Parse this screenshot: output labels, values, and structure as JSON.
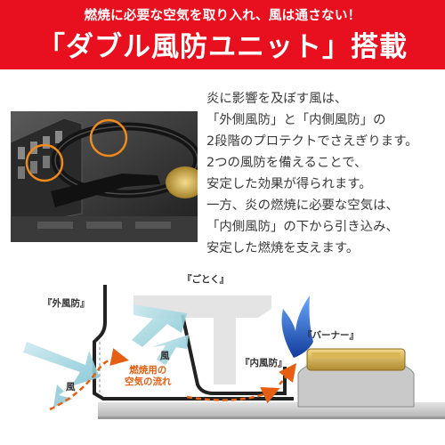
{
  "banner": {
    "subtitle": "燃焼に必要な空気を取り入れ、風は通さない！",
    "title": "「ダブル風防ユニット」搭載",
    "background_color": "#e8101e"
  },
  "description": [
    "炎に影響を及ぼす風は、",
    "「外側風防」と「内側風防」の",
    "2段階のプロテクトでさえぎります。",
    "2つの風防を備えることで、",
    "安定した効果が得られます。",
    "一方、炎の燃焼に必要な空気は、",
    "「内側風防」の下から引き込み、",
    "安定した燃焼を支えます。"
  ],
  "diagram": {
    "labels": {
      "outer_windscreen": "『外風防』",
      "trivet": "『ごとく』",
      "inner_windscreen": "『内風防』",
      "burner": "『バーナー』",
      "wind_1": "風",
      "wind_2": "風",
      "airflow_line1": "燃焼用の",
      "airflow_line2": "空気の流れ"
    },
    "colors": {
      "airflow": "#e65e12",
      "wind": "#a8d8e0",
      "flame": "#1e5fd0",
      "highlight_circle": "#f08a1c"
    }
  }
}
